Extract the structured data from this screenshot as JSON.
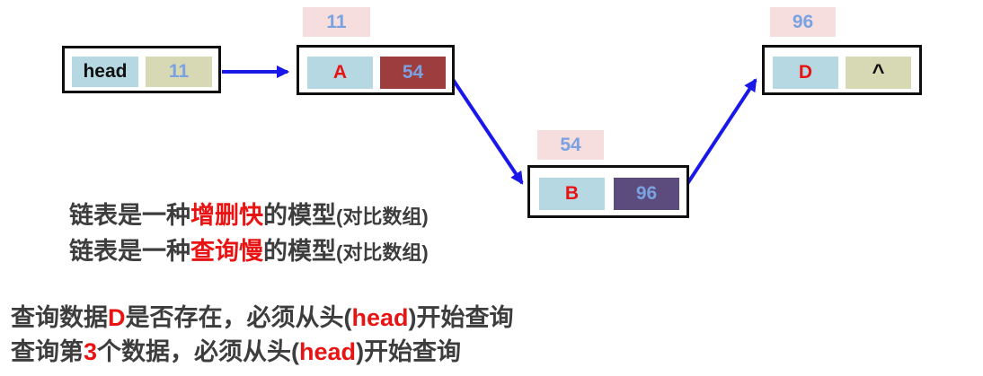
{
  "diagram": {
    "head_node": {
      "label": "head",
      "pointer": "11"
    },
    "nodes": [
      {
        "address_label": "11",
        "data": "A",
        "pointer": "54"
      },
      {
        "address_label": "54",
        "data": "B",
        "pointer": "96"
      },
      {
        "address_label": "96",
        "data": "D",
        "pointer": "^"
      }
    ]
  },
  "notes": {
    "model_lines": [
      {
        "segments": [
          {
            "text": "链表是一种",
            "style": "dark"
          },
          {
            "text": "增删快",
            "style": "red"
          },
          {
            "text": "的模型",
            "style": "dark"
          },
          {
            "text": "(对比数组)",
            "style": "dark-small"
          }
        ]
      },
      {
        "segments": [
          {
            "text": "链表是一种",
            "style": "dark"
          },
          {
            "text": "查询慢",
            "style": "red"
          },
          {
            "text": "的模型",
            "style": "dark"
          },
          {
            "text": "(对比数组)",
            "style": "dark-small"
          }
        ]
      }
    ],
    "query_lines": [
      {
        "segments": [
          {
            "text": "查询数据",
            "style": "dark"
          },
          {
            "text": "D",
            "style": "red"
          },
          {
            "text": "是否存在，必须从头(",
            "style": "dark"
          },
          {
            "text": "head",
            "style": "red"
          },
          {
            "text": ")开始查询",
            "style": "dark"
          }
        ]
      },
      {
        "segments": [
          {
            "text": "查询第",
            "style": "dark"
          },
          {
            "text": "3",
            "style": "red"
          },
          {
            "text": "个数据，必须从头(",
            "style": "dark"
          },
          {
            "text": "head",
            "style": "red"
          },
          {
            "text": ")开始查询",
            "style": "dark"
          }
        ]
      }
    ]
  },
  "colors": {
    "arrow": "#1a18e8",
    "red_text": "#e81414",
    "dark_text": "#3d3d3d",
    "node_border": "#0f0f0f",
    "cell_blue": "#b5d8e2",
    "cell_olive": "#d7d9b4",
    "cell_maroon": "#9e3d3d",
    "cell_purple": "#5c4b7d",
    "address_label_bg": "#f6dede",
    "address_label_text": "#7ba2e0"
  }
}
